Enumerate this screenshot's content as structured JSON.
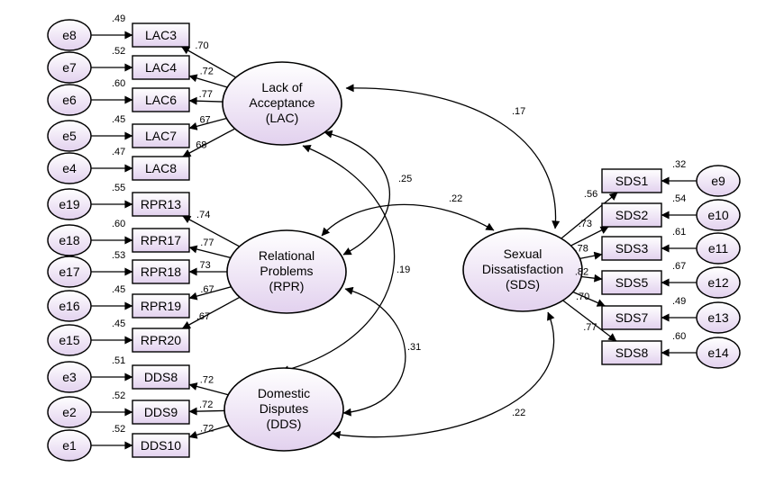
{
  "colors": {
    "node_fill_start": "#ffffff",
    "node_fill_end": "#e2d1ee",
    "stroke": "#000000"
  },
  "latents": [
    {
      "id": "LAC",
      "lines": [
        "Lack of",
        "Acceptance",
        "(LAC)"
      ]
    },
    {
      "id": "RPR",
      "lines": [
        "Relational",
        "Problems",
        "(RPR)"
      ]
    },
    {
      "id": "DDS",
      "lines": [
        "Domestic",
        "Disputes",
        "(DDS)"
      ]
    },
    {
      "id": "SDS",
      "lines": [
        "Sexual",
        "Dissatisfaction",
        "(SDS)"
      ]
    }
  ],
  "indicators": [
    {
      "latent": "LAC",
      "name": "LAC3",
      "error": "e8",
      "r2": ".49",
      "loading": ".70"
    },
    {
      "latent": "LAC",
      "name": "LAC4",
      "error": "e7",
      "r2": ".52",
      "loading": ".72"
    },
    {
      "latent": "LAC",
      "name": "LAC6",
      "error": "e6",
      "r2": ".60",
      "loading": ".77"
    },
    {
      "latent": "LAC",
      "name": "LAC7",
      "error": "e5",
      "r2": ".45",
      "loading": "67"
    },
    {
      "latent": "LAC",
      "name": "LAC8",
      "error": "e4",
      "r2": ".47",
      "loading": "68"
    },
    {
      "latent": "RPR",
      "name": "RPR13",
      "error": "e19",
      "r2": ".55",
      "loading": ".74"
    },
    {
      "latent": "RPR",
      "name": "RPR17",
      "error": "e18",
      "r2": ".60",
      "loading": ".77"
    },
    {
      "latent": "RPR",
      "name": "RPR18",
      "error": "e17",
      "r2": ".53",
      "loading": "73"
    },
    {
      "latent": "RPR",
      "name": "RPR19",
      "error": "e16",
      "r2": ".45",
      "loading": ".67"
    },
    {
      "latent": "RPR",
      "name": "RPR20",
      "error": "e15",
      "r2": ".45",
      "loading": ".67"
    },
    {
      "latent": "DDS",
      "name": "DDS8",
      "error": "e3",
      "r2": ".51",
      "loading": ".72"
    },
    {
      "latent": "DDS",
      "name": "DDS9",
      "error": "e2",
      "r2": ".52",
      "loading": ".72"
    },
    {
      "latent": "DDS",
      "name": "DDS10",
      "error": "e1",
      "r2": ".52",
      "loading": ".72"
    },
    {
      "latent": "SDS",
      "name": "SDS1",
      "error": "e9",
      "r2": ".32",
      "loading": ".56"
    },
    {
      "latent": "SDS",
      "name": "SDS2",
      "error": "e10",
      "r2": ".54",
      "loading": ".73"
    },
    {
      "latent": "SDS",
      "name": "SDS3",
      "error": "e11",
      "r2": ".61",
      "loading": ".78"
    },
    {
      "latent": "SDS",
      "name": "SDS5",
      "error": "e12",
      "r2": ".67",
      "loading": ".82"
    },
    {
      "latent": "SDS",
      "name": "SDS7",
      "error": "e13",
      "r2": ".49",
      "loading": ".70"
    },
    {
      "latent": "SDS",
      "name": "SDS8",
      "error": "e14",
      "r2": ".60",
      "loading": ".77"
    }
  ],
  "covariances": [
    {
      "from": "LAC",
      "to": "SDS",
      "value": ".17"
    },
    {
      "from": "LAC",
      "to": "RPR",
      "value": ".25"
    },
    {
      "from": "RPR",
      "to": "SDS",
      "value": ".22"
    },
    {
      "from": "LAC",
      "to": "DDS",
      "value": ".19"
    },
    {
      "from": "RPR",
      "to": "DDS",
      "value": ".31"
    },
    {
      "from": "DDS",
      "to": "SDS",
      "value": ".22"
    }
  ]
}
